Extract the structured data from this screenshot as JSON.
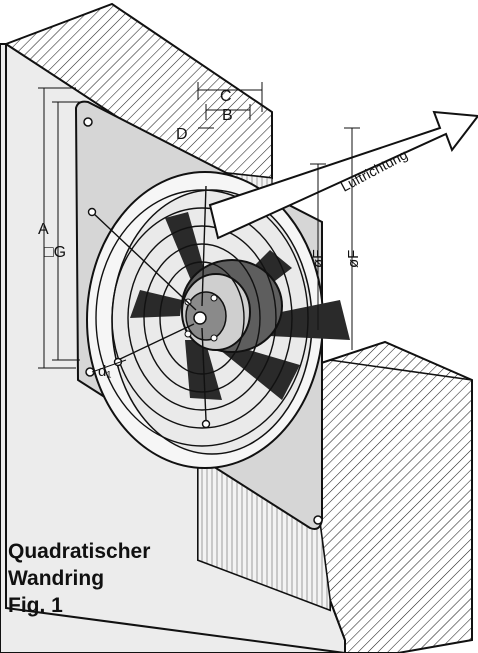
{
  "labels": {
    "c": "C",
    "b": "B",
    "d": "D",
    "a": "A",
    "g": "□G",
    "e": "øE",
    "f": "øF",
    "d1": "d₁",
    "airflow": "Luftrichtung"
  },
  "caption": {
    "line1": "Quadratischer",
    "line2": "Wandring",
    "line3": "Fig. 1"
  },
  "colors": {
    "ink": "#111111",
    "wall_fill": "#e9e9e9",
    "plate_fill": "#d4d4d4",
    "blade_fill": "#2a2a2a",
    "hub_fill": "#5a5a5a"
  }
}
